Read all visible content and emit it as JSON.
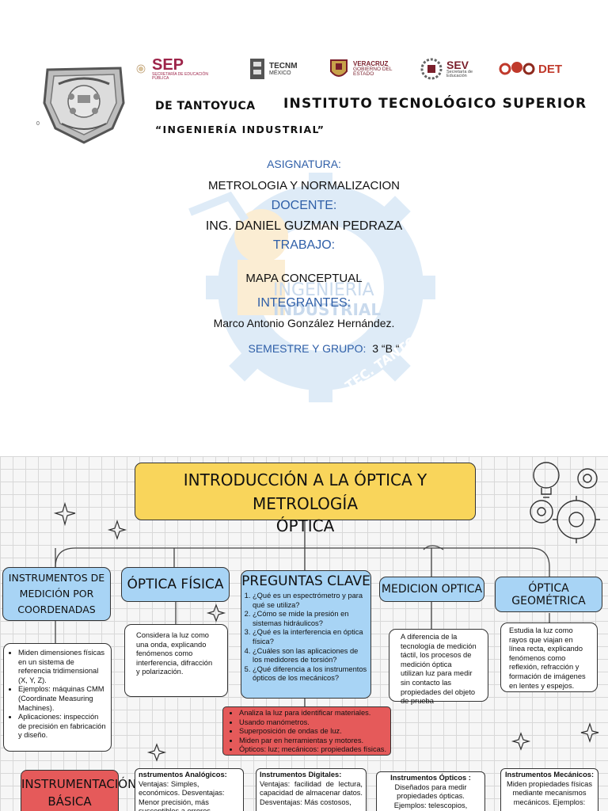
{
  "cover": {
    "shield_number": "0",
    "logos": {
      "sep": "SEP",
      "sep_sub": "SECRETARÍA DE EDUCACIÓN PÚBLICA",
      "tecnm": "TECNM",
      "tecnm_sub": "MÉXICO",
      "veracruz": "VERACRUZ",
      "veracruz_sub": "GOBIERNO DEL ESTADO",
      "sev": "SEV",
      "sev_sub": "Secretaría de Educación",
      "det": "DET"
    },
    "institute_line1_left": "DE TANTOYUCA",
    "institute_line1_right": "INSTITUTO TECNOLÓGICO SUPERIOR",
    "career": "“INGENIERÍA INDUSTRIAL”",
    "watermark_text1": "INGENIERÍA",
    "watermark_text2": "INDUSTRIAL",
    "watermark_text3": "TEC. TANTOYUCA",
    "subject_label": "ASIGNATURA:",
    "subject": "METROLOGIA Y NORMALIZACION",
    "teacher_label": "DOCENTE:",
    "teacher": "ING. DANIEL GUZMAN PEDRAZA",
    "work_label": "TRABAJO:",
    "work": "MAPA CONCEPTUAL",
    "members_label": "INTEGRANTES:",
    "member": "Marco Antonio González Hernández.",
    "group_label": "SEMESTRE Y GRUPO:",
    "group": "3 “B “"
  },
  "map": {
    "title_line1": "INTRODUCCIÓN A LA ÓPTICA Y METROLOGÍA",
    "title_line2": "ÓPTICA",
    "branch_cmm": "INSTRUMENTOS DE MEDICIÓN POR COORDENADAS",
    "branch_fisica": "ÓPTICA FÍSICA",
    "branch_preguntas": "PREGUNTAS CLAVE",
    "branch_medicion": "MEDICION OPTICA",
    "branch_geometrica": "ÓPTICA GEOMÉTRICA",
    "cmm_bullets": [
      "Miden dimensiones físicas en un sistema de referencia tridimensional (X, Y, Z).",
      "Ejemplos: máquinas CMM (Coordinate Measuring Machines).",
      "Aplicaciones: inspección de precisión en fabricación y diseño."
    ],
    "fisica_text": "Considera la luz como una onda, explicando fenómenos como interferencia, difracción y polarización.",
    "preguntas": [
      "¿Qué es un espectrómetro y para qué se utiliza?",
      "¿Cómo se mide la presión en sistemas hidráulicos?",
      "¿Qué es la interferencia en óptica física?",
      "¿Cuáles son las aplicaciones de los medidores de torsión?",
      "¿Qué diferencia a los instrumentos ópticos de los mecánicos?"
    ],
    "respuestas": [
      "Analiza la luz para identificar materiales.",
      "Usando manómetros.",
      "Superposición de ondas de luz.",
      "Miden par en herramientas y motores.",
      "Ópticos: luz; mecánicos: propiedades físicas."
    ],
    "medicion_text": "A diferencia de la tecnología de medición táctil, los procesos de medición óptica utilizan luz para medir sin contacto las propiedades del objeto de prueba",
    "geometrica_text": "Estudia la luz como rayos que viajan en línea recta, explicando fenómenos como reflexión, refracción y formación de imágenes en lentes y espejos.",
    "instrumentacion": "INSTRUMENTACIÓN BÁSICA",
    "analogicos_title": "nstrumentos Analógicos:",
    "analogicos_text": "Ventajas: Simples, económicos. Desventajas: Menor precisión, más susceptibles a errores",
    "digitales_title": "Instrumentos Digitales:",
    "digitales_text": "Ventajas: facilidad de lectura, capacidad de almacenar datos. Desventajas: Más costosos,",
    "opticos_title": "Instrumentos Ópticos :",
    "opticos_text": "Diseñados para medir propiedades ópticas. Ejemplos: telescopios, microscopios,",
    "mecanicos_title": "Instrumentos Mecánicos:",
    "mecanicos_text": "Miden propiedades físicas mediante mecanismos mecánicos. Ejemplos:"
  },
  "colors": {
    "label_blue": "#2f5fa8",
    "title_yellow": "#f9d55b",
    "branch_blue": "#a8d4f5",
    "answers_red": "#e55a5a"
  }
}
